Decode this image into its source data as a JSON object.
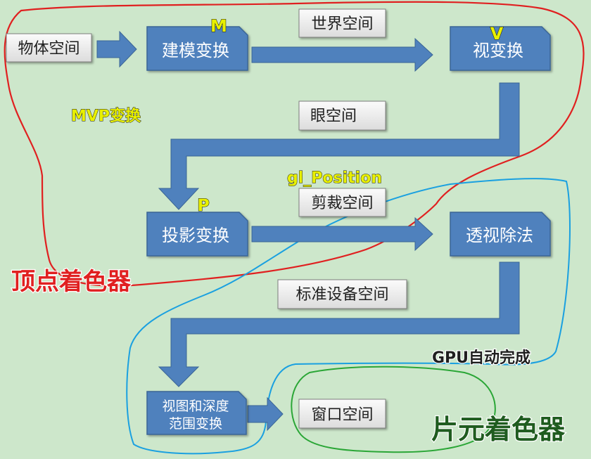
{
  "boxes": {
    "object_space": "物体空间",
    "modeling": "建模变换",
    "world_space": "世界空间",
    "view": "视变换",
    "eye_space": "眼空间",
    "projection": "投影变换",
    "clip_space": "剪裁空间",
    "perspective_divide": "透视除法",
    "ndc_space": "标准设备空间",
    "viewport_line1": "视图和深度",
    "viewport_line2": "范围变换",
    "window_space": "窗口空间"
  },
  "annotations": {
    "m": "M",
    "v": "V",
    "p": "P",
    "mvp": "MVP变换",
    "gl_position": "gl_Position",
    "vertex_shader": "顶点着色器",
    "gpu_auto": "GPU自动完成",
    "fragment_shader": "片元着色器"
  },
  "colors": {
    "background": "#cde7cb",
    "node_fill": "#4f81bd",
    "node_stroke": "#3a6595",
    "node_text": "#ffffff",
    "label_fill": "#f2f2f2",
    "label_stroke": "#7f7f7f",
    "label_text": "#1f1f1f",
    "arrow": "#4f81bd",
    "annotation_yellow": "#e8f000",
    "vertex_red": "#e02020",
    "gpu_blue": "#1aa0e0",
    "fragment_green": "#2aa636"
  }
}
